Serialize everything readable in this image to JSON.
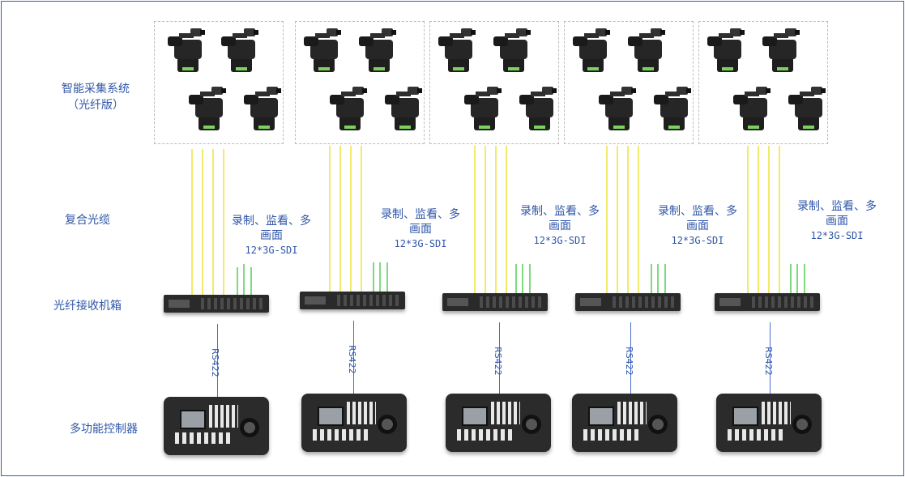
{
  "labels": {
    "capture": "智能采集系统",
    "capture_sub": "（光纤版）",
    "cable": "复合光缆",
    "receiver": "光纤接收机箱",
    "controller": "多功能控制器"
  },
  "groups": [
    {
      "sdi_line1": "录制、监看、多",
      "sdi_line2": "画面",
      "sdi_code": "12*3G-SDI",
      "rs": "RS422"
    },
    {
      "sdi_line1": "录制、监看、多",
      "sdi_line2": "画面",
      "sdi_code": "12*3G-SDI",
      "rs": "RS422"
    },
    {
      "sdi_line1": "录制、监看、多",
      "sdi_line2": "画面",
      "sdi_code": "12*3G-SDI",
      "rs": "RS422"
    },
    {
      "sdi_line1": "录制、监看、多",
      "sdi_line2": "画面",
      "sdi_code": "12*3G-SDI",
      "rs": "RS422"
    },
    {
      "sdi_line1": "录制、监看、多",
      "sdi_line2": "画面",
      "sdi_code": "12*3G-SDI",
      "rs": "RS422"
    }
  ],
  "colors": {
    "label_text": "#2f56a8",
    "fiber_line": "#f2ea6a",
    "sdi_line": "#7fd97f",
    "rs422_line": "#4a6fd0"
  }
}
